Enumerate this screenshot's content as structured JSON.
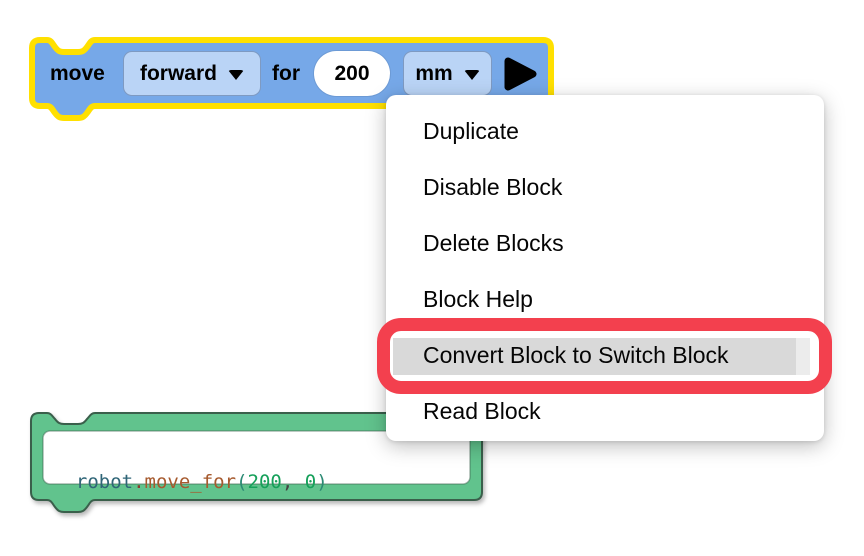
{
  "workspace": {
    "move_block": {
      "move_label": "move",
      "direction": "forward",
      "for_label": "for",
      "distance": "200",
      "unit": "mm",
      "colors": {
        "body": "#76A8E8",
        "field_bg": "#BAD4F6",
        "selection_outline": "#FFE000"
      }
    },
    "switch_block": {
      "colors": {
        "body": "#61C38D",
        "outline": "#3A5F4B"
      },
      "code_segments": [
        {
          "text": "robot",
          "color": "#2F6577"
        },
        {
          "text": ".",
          "color": "#8A3B2E"
        },
        {
          "text": "move_for",
          "color": "#A65A2E"
        },
        {
          "text": "(",
          "color": "#2B8A74"
        },
        {
          "text": "200",
          "color": "#16A05A"
        },
        {
          "text": ", ",
          "color": "#444444"
        },
        {
          "text": "0",
          "color": "#16A05A"
        },
        {
          "text": ")",
          "color": "#2B8A74"
        }
      ]
    }
  },
  "context_menu": {
    "items": [
      {
        "label": "Duplicate"
      },
      {
        "label": "Disable Block"
      },
      {
        "label": "Delete Blocks"
      },
      {
        "label": "Block Help"
      },
      {
        "label": "Convert Block to Switch Block",
        "highlighted": true
      },
      {
        "label": "Read Block"
      }
    ],
    "highlight_bg": "#D9D9D9",
    "annotation_color": "#F3404E"
  }
}
